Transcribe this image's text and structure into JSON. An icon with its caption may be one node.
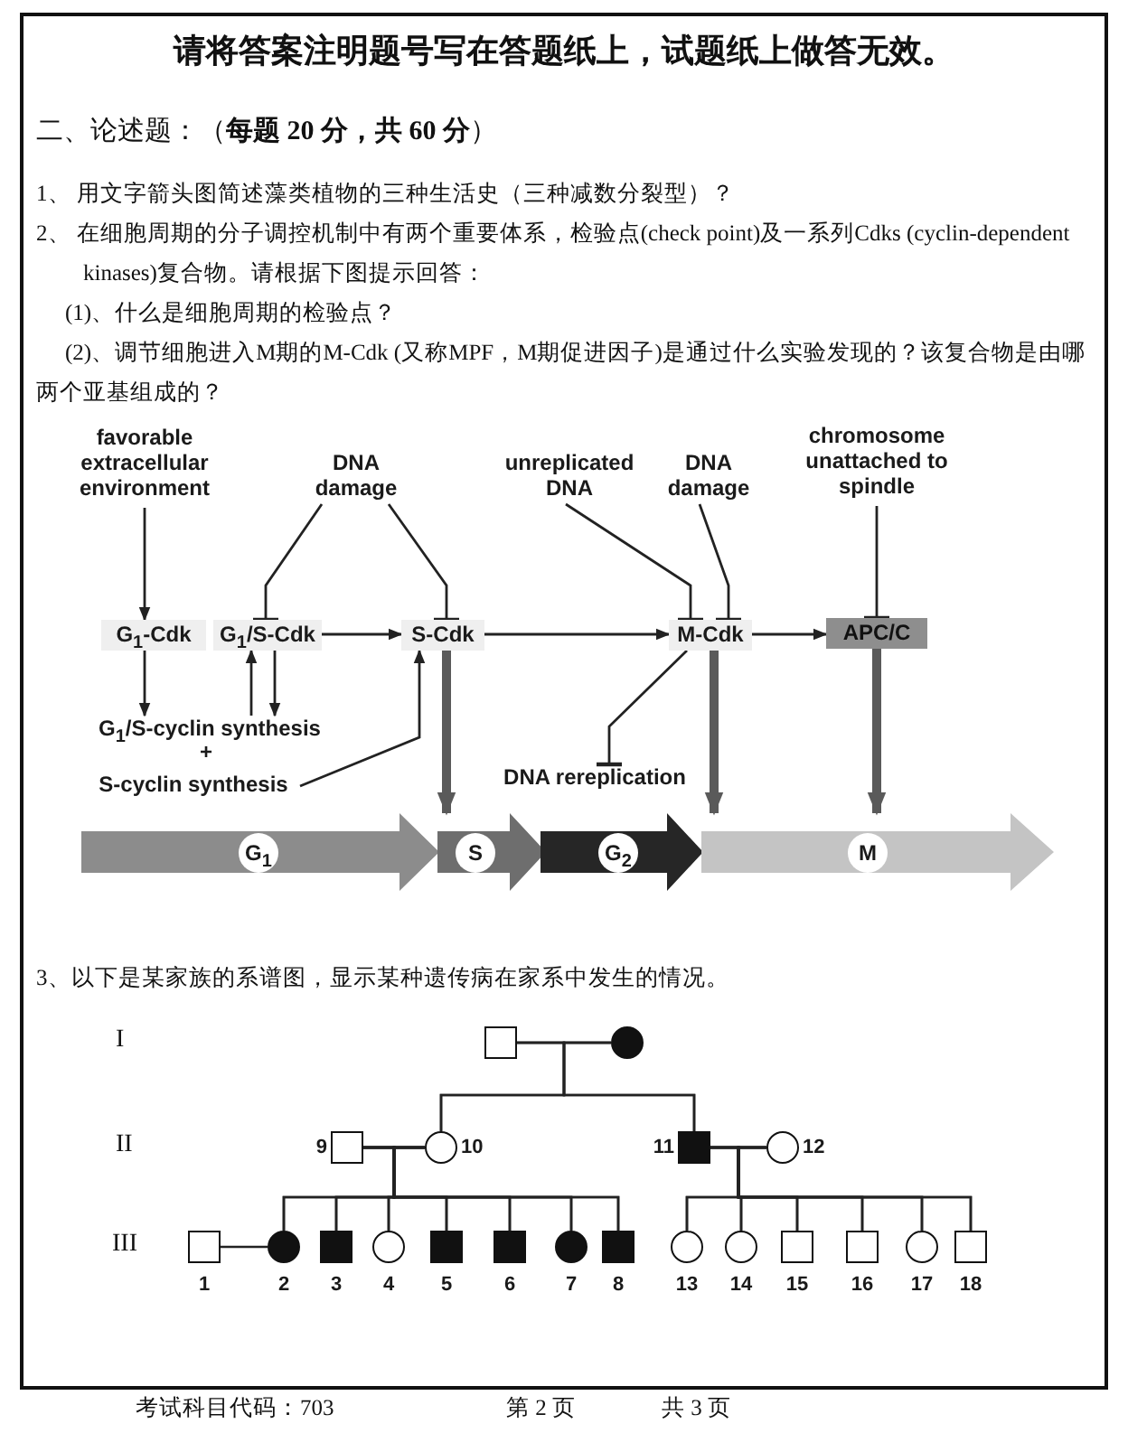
{
  "diagram": {
    "title": "请将答案注明题号写在答题纸上，试题纸上做答无效。",
    "nodes": [
      {
        "text": [
          "favorable extracellular environment"
        ]
      },
      {
        "text": [
          "DNA damage"
        ]
      },
      {
        "text": [
          "unreplicated DNA"
        ]
      },
      {
        "text": [
          "DNA damage"
        ]
      },
      {
        "text": [
          "chromosome unattached to spindle"
        ]
      },
      {
        "text": [
          "G$_{1}$-Cdk"
        ]
      },
      {
        "text": [
          "G$_{1}$/S-Cdk"
        ]
      },
      {
        "text": [
          "S-Cdk"
        ]
      },
      {
        "text": [
          "M-Cdk"
        ]
      },
      {
        "text": [
          "APC/C"
        ]
      },
      {
        "text": [
          "G$_{1}$/S-cyclin synthesis"
        ]
      },
      {
        "text": [
          "DNA rereplication"
        ]
      },
      {
        "text": [
          "S-cyclin synthesis"
        ]
      },
      {
        "text": [
          "G$_{1}$"
        ]
      },
      {
        "text": [
          "S"
        ]
      },
      {
        "text": [
          "G$_{2}$"
        ]
      },
      {
        "text": [
          "M"
        ]
      },
      {
        "text": [],
        "shape": "box"
      },
      {
        "text": [],
        "shape": "filled-circle"
      },
      {
        "text": [],
        "shape": "box",
        "beside": [
          "9"
        ]
      },
      {
        "text": [],
        "shape": "circle",
        "beside": [
          "10"
        ]
      },
      {
        "text": [],
        "shape": "filled-box",
        "beside": [
          "11"
        ]
      },
      {
        "text": [],
        "shape": "circle",
        "beside": [
          "12"
        ]
      },
      {
        "text": [],
        "shape": "box",
        "beside": [
          "1"
        ]
      },
      {
        "text": [],
        "shape": "filled-circle",
        "beside": [
          "2"
        ]
      },
      {
        "text": [],
        "shape": "filled-box",
        "beside": [
          "3"
        ]
      },
      {
        "text": [],
        "shape": "circle",
        "beside": [
          "4"
        ]
      },
      {
        "text": [],
        "shape": "filled-box",
        "beside": [
          "5"
        ]
      },
      {
        "text": [],
        "shape": "filled-box",
        "beside": [
          "6"
        ]
      },
      {
        "text": [],
        "shape": "filled-circle",
        "beside": [
          "7"
        ]
      },
      {
        "text": [],
        "shape": "filled-box",
        "beside": [
          "8"
        ]
      },
      {
        "text": [],
        "shape": "circle",
        "beside": [
          "13"
        ]
      },
      {
        "text": [],
        "shape": "circle",
        "beside": [
          "14"
        ]
      },
      {
        "text": [],
        "shape": "box",
        "beside": [
          "15"
        ]
      },
      {
        "text": [],
        "shape": "box",
        "beside": [
          "16"
        ]
      },
      {
        "text": [],
        "shape": "circle",
        "beside": [
          "17"
        ]
      },
      {
        "text": [],
        "shape": "box",
        "beside": [
          "18"
        ]
      }
    ],
    "edges": [
      {
        "from": 0,
        "to": 5,
        "arrow": "to"
      },
      {
        "from": 5,
        "to": 10,
        "arrow": "to"
      },
      {
        "from": 10,
        "to": 6,
        "arrow": "to"
      },
      {
        "from": 6,
        "to": 10,
        "arrow": "to"
      },
      {
        "from": 12,
        "to": 7,
        "arrow": "to"
      },
      {
        "from": 6,
        "to": 7,
        "arrow": "to"
      },
      {
        "from": 1,
        "to": 6,
        "arrow": "other"
      },
      {
        "from": 1,
        "to": 7,
        "arrow": "other"
      },
      {
        "from": 7,
        "to": 8,
        "arrow": "to"
      },
      {
        "from": 2,
        "to": 8,
        "arrow": "other"
      },
      {
        "from": 3,
        "to": 8,
        "arrow": "other"
      },
      {
        "from": 8,
        "to": 9,
        "arrow": "to"
      },
      {
        "from": 4,
        "to": 9,
        "arrow": "other"
      },
      {
        "from": 8,
        "to": 11,
        "arrow": "other"
      },
      {
        "from": 7,
        "to": 14,
        "arrow": "to",
        "style": "thick",
        "color": "#5a5a5a"
      },
      {
        "from": 8,
        "to": 16,
        "arrow": "to",
        "style": "thick",
        "color": "#5a5a5a"
      },
      {
        "from": 9,
        "to": 16,
        "arrow": "to",
        "style": "thick",
        "color": "#5a5a5a"
      },
      {
        "from": 17,
        "to": 18,
        "arrow": "none"
      },
      {
        "from": 19,
        "to": 20,
        "arrow": "none"
      },
      {
        "from": 21,
        "to": 22,
        "arrow": "none"
      },
      {
        "from": 23,
        "to": 24,
        "arrow": "none"
      },
      {
        "from": 17,
        "to": 20,
        "arrow": "none"
      },
      {
        "from": 18,
        "to": 20,
        "arrow": "none"
      },
      {
        "from": 17,
        "to": 21,
        "arrow": "none"
      },
      {
        "from": 18,
        "to": 21,
        "arrow": "none"
      },
      {
        "from": 19,
        "to": 24,
        "arrow": "none"
      },
      {
        "from": 20,
        "to": 24,
        "arrow": "none"
      },
      {
        "from": 19,
        "to": 25,
        "arrow": "none"
      },
      {
        "from": 20,
        "to": 25,
        "arrow": "none"
      },
      {
        "from": 19,
        "to": 26,
        "arrow": "none"
      },
      {
        "from": 20,
        "to": 26,
        "arrow": "none"
      },
      {
        "from": 19,
        "to": 27,
        "arrow": "none"
      },
      {
        "from": 20,
        "to": 27,
        "arrow": "none"
      },
      {
        "from": 19,
        "to": 28,
        "arrow": "none"
      },
      {
        "from": 20,
        "to": 28,
        "arrow": "none"
      },
      {
        "from": 19,
        "to": 29,
        "arrow": "none"
      },
      {
        "from": 20,
        "to": 29,
        "arrow": "none"
      },
      {
        "from": 19,
        "to": 30,
        "arrow": "none"
      },
      {
        "from": 20,
        "to": 30,
        "arrow": "none"
      },
      {
        "from": 21,
        "to": 31,
        "arrow": "none"
      },
      {
        "from": 22,
        "to": 31,
        "arrow": "none"
      },
      {
        "from": 21,
        "to": 32,
        "arrow": "none"
      },
      {
        "from": 22,
        "to": 32,
        "arrow": "none"
      },
      {
        "from": 21,
        "to": 33,
        "arrow": "none"
      },
      {
        "from": 22,
        "to": 33,
        "arrow": "none"
      },
      {
        "from": 21,
        "to": 34,
        "arrow": "none"
      },
      {
        "from": 22,
        "to": 34,
        "arrow": "none"
      },
      {
        "from": 21,
        "to": 35,
        "arrow": "none"
      },
      {
        "from": 22,
        "to": 35,
        "arrow": "none"
      },
      {
        "from": 21,
        "to": 36,
        "arrow": "none"
      },
      {
        "from": 22,
        "to": 36,
        "arrow": "none"
      }
    ],
    "labels": [
      "二、论述题：（**每题 20 分，共 60 分**）",
      "1、 用文字箭头图简述藻类植物的三种生活史（三种减数分裂型）？",
      "2、 在细胞周期的分子调控机制中有两个重要体系，检验点(check point)及一系列Cdks (cyclin-dependent kinases)复合物。请根据下图提示回答：",
      "(1)、什么是细胞周期的检验点？",
      "(2)、调节细胞进入M期的M-Cdk (又称MPF，M期促进因子)是通过什么实验发现的？该复合物是由哪两个亚基组成的？",
      "+",
      "3、以下是某家族的系谱图，显示某种遗传病在家系中发生的情况。",
      "I",
      "II",
      "III",
      "考试科目代码：703",
      "第 2 页",
      "共 3 页"
    ]
  }
}
